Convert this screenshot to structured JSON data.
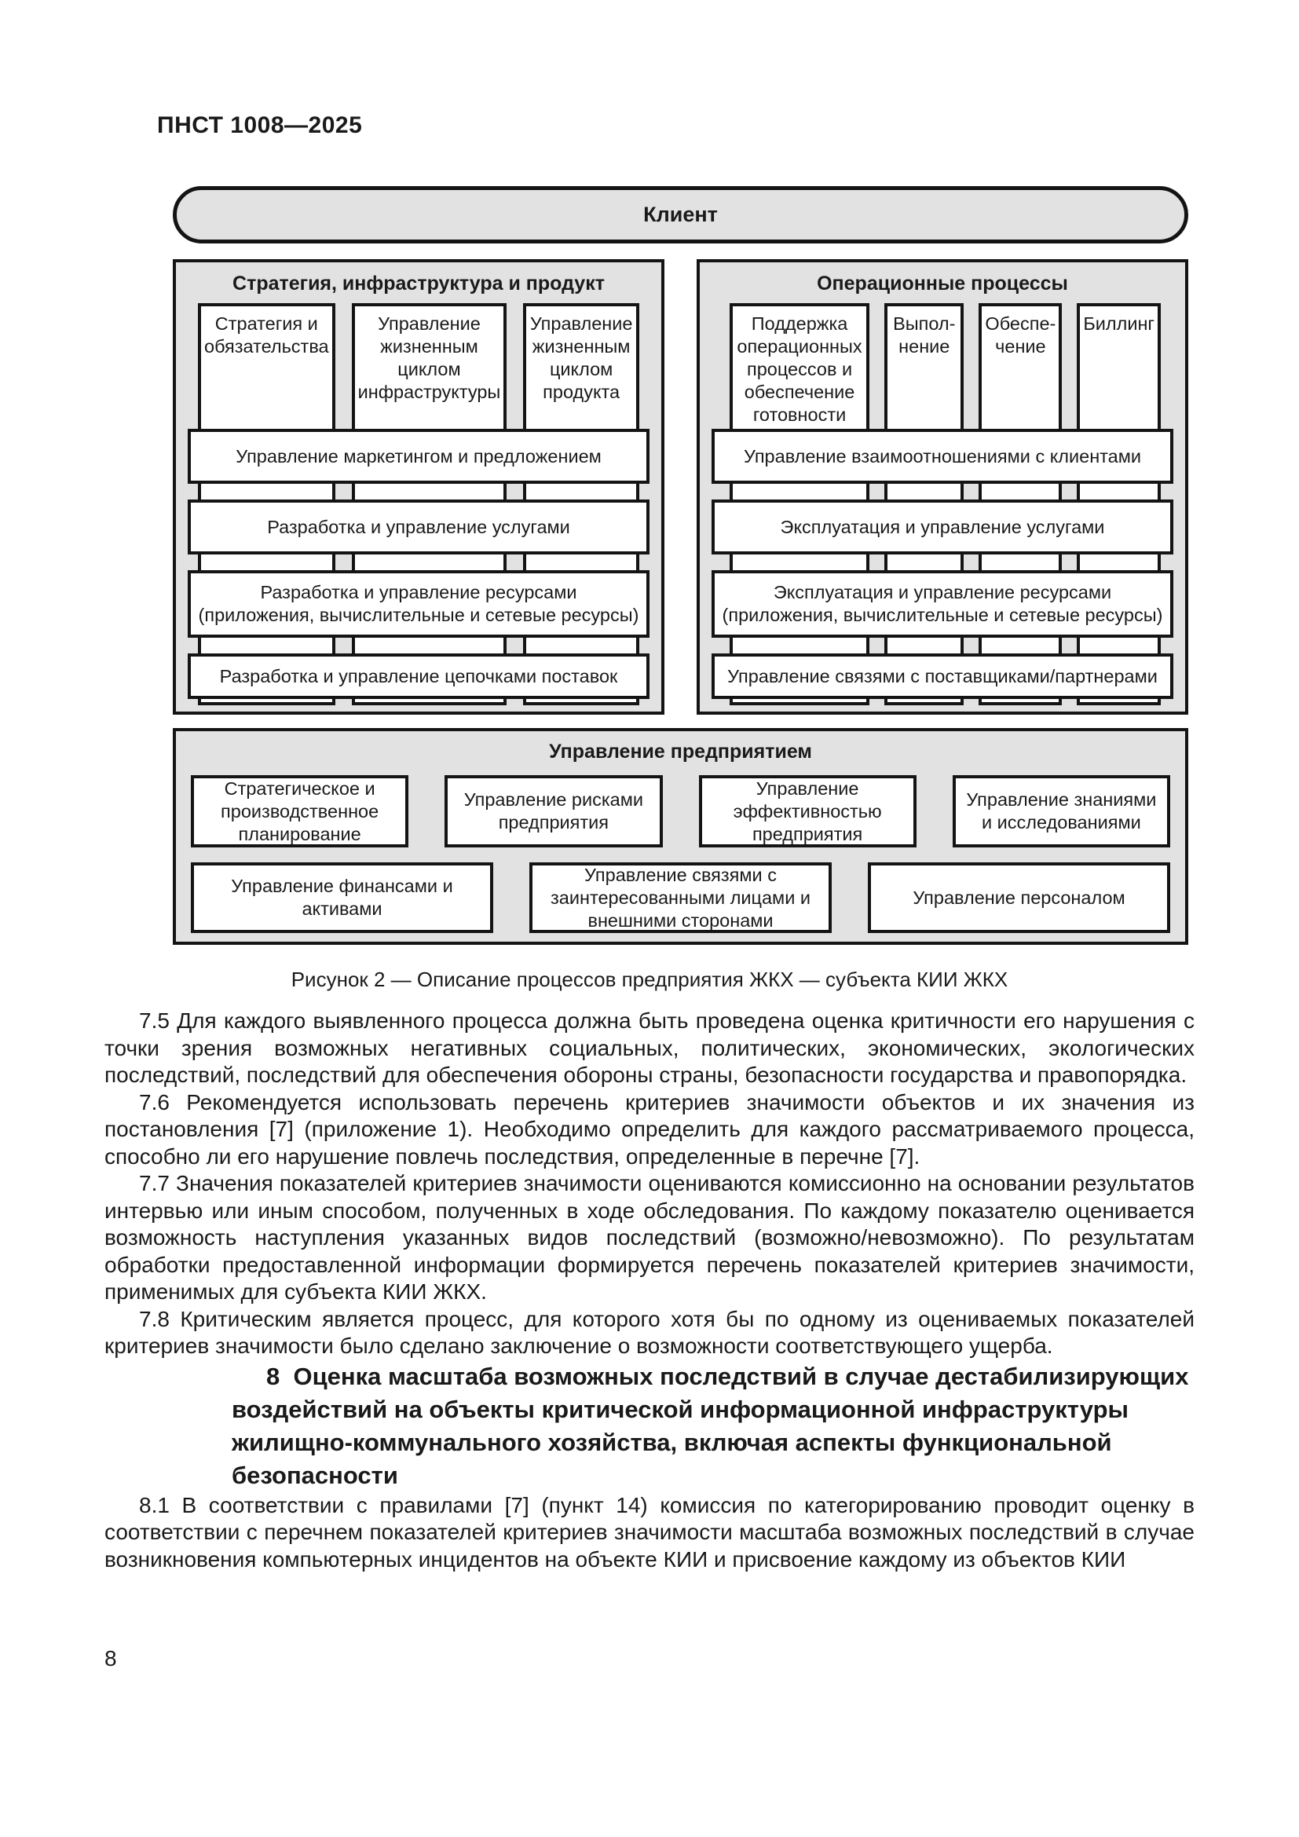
{
  "page": {
    "header": "ПНСТ 1008—2025",
    "number": "8"
  },
  "figure": {
    "client": "Клиент",
    "sip_panel": {
      "title": "Стратегия, инфраструктура и продукт",
      "columns": [
        "Стратегия и обязательства",
        "Управление жизненным циклом инфраструктуры",
        "Управление жизненным циклом продукта"
      ],
      "bars": [
        "Управление маркетингом и предложением",
        "Разработка и управление услугами",
        "Разработка и управление ресурсами\n(приложения, вычислительные и сетевые ресурсы)",
        "Разработка и управление цепочками поставок"
      ]
    },
    "ops_panel": {
      "title": "Операционные процессы",
      "columns": [
        "Поддержка операционных процессов и обеспечение готовности",
        "Выпол-\nнение",
        "Обеспе-\nчение",
        "Биллинг"
      ],
      "bars": [
        "Управление взаимоотношениями с клиентами",
        "Эксплуатация и управление услугами",
        "Эксплуатация и управление ресурсами\n(приложения, вычислительные и сетевые ресурсы)",
        "Управление связями с поставщиками/партнерами"
      ]
    },
    "enterprise_panel": {
      "title": "Управление предприятием",
      "row1": [
        "Стратегическое и производственное планирование",
        "Управление рисками предприятия",
        "Управление эффективностью предприятия",
        "Управление знаниями и исследованиями"
      ],
      "row2": [
        "Управление финансами и активами",
        "Управление связями с заинтересованными лицами и внешними сторонами",
        "Управление персоналом"
      ]
    },
    "caption": "Рисунок 2 — Описание процессов предприятия ЖКХ — субъекта КИИ ЖКХ"
  },
  "text": {
    "p75": "7.5 Для каждого выявленного процесса должна быть проведена оценка критичности его нарушения с точки зрения возможных негативных социальных, политических, экономических, экологических последствий, последствий для обеспечения обороны страны, безопасности государства и правопорядка.",
    "p76": "7.6 Рекомендуется использовать перечень критериев значимости объектов и их значения из постановления [7] (приложение 1). Необходимо определить для каждого рассматриваемого процесса, способно ли его нарушение повлечь последствия, определенные в перечне [7].",
    "p77": "7.7 Значения показателей критериев значимости оцениваются комиссионно на основании результатов интервью или иным способом, полученных в ходе обследования. По каждому показателю оценивается возможность наступления указанных видов последствий (возможно/невозможно). По результатам обработки предоставленной информации формируется перечень показателей критериев значимости, применимых для субъекта КИИ ЖКХ.",
    "p78": "7.8 Критическим является процесс, для которого хотя бы по одному из оцениваемых показателей критериев значимости было сделано заключение о возможности соответствующего ущерба.",
    "h8": "8  Оценка масштаба возможных последствий в случае дестабилизирующих воздействий на объекты критической информационной инфраструктуры жилищно-коммунального хозяйства, включая аспекты функциональной безопасности",
    "p81": "8.1 В соответствии с правилами [7] (пункт 14) комиссия по категорированию проводит оценку в соответствии с перечнем показателей критериев значимости масштаба возможных последствий в случае возникновения компьютерных инцидентов на объекте КИИ и присвоение каждому из объектов КИИ"
  },
  "colors": {
    "panel_bg": "#e2e2e2",
    "box_bg": "#ffffff",
    "border": "#141414"
  }
}
